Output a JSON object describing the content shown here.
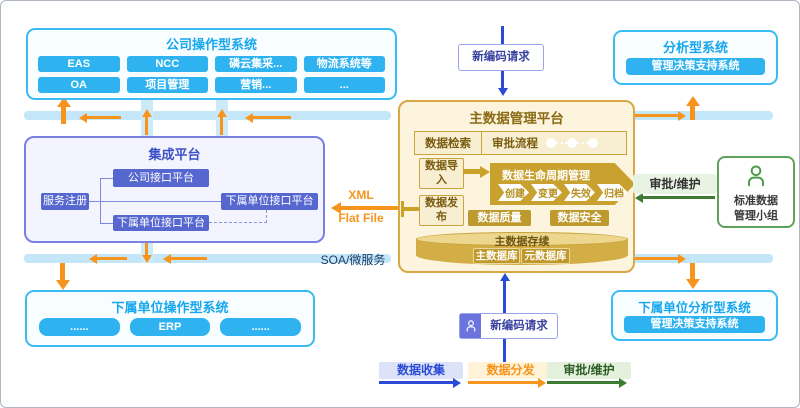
{
  "colors": {
    "cyan": "#2fb3f0",
    "purple": "#5667d0",
    "gold": "#c9a227",
    "orange": "#f7941d",
    "blue": "#2b4bd7",
    "green": "#3e7c33"
  },
  "top_left": {
    "title": "公司操作型系统",
    "items": [
      "EAS",
      "NCC",
      "磷云集采...",
      "物流系统等",
      "OA",
      "项目管理",
      "营销...",
      "..."
    ]
  },
  "top_right": {
    "title": "分析型系统",
    "item": "管理决策支持系统"
  },
  "bottom_left": {
    "title": "下属单位操作型系统",
    "items": [
      "......",
      "ERP",
      "......"
    ]
  },
  "bottom_right": {
    "title": "下属单位分析型系统",
    "item": "管理决策支持系统"
  },
  "integration": {
    "title": "集成平台",
    "service_registry": "服务注册",
    "company_interface": "公司接口平台",
    "sub_interface_right": "下属单位接口平台",
    "sub_interface_bottom": "下属单位接口平台"
  },
  "mdm": {
    "title": "主数据管理平台",
    "data_search": "数据检索",
    "approval_flow": "审批流程",
    "data_import": "数据导入",
    "data_publish": "数据发布",
    "lifecycle": {
      "title": "数据生命周期管理",
      "stages": [
        "创建",
        "变更",
        "失效",
        "归档"
      ]
    },
    "data_quality": "数据质量",
    "data_security": "数据安全",
    "storage": {
      "title": "主数据存续",
      "master_db": "主数据库",
      "meta_db": "元数据库"
    }
  },
  "governance": {
    "band_label": "审批/维护",
    "team_line1": "标准数据",
    "team_line2": "管理小组"
  },
  "requests": {
    "top": "新编码请求",
    "bottom": "新编码请求"
  },
  "links": {
    "xml": "XML",
    "flat_file": "Flat File",
    "soa": "SOA/微服务"
  },
  "legend": {
    "collect": "数据收集",
    "distribute": "数据分发",
    "approve": "审批/维护"
  }
}
